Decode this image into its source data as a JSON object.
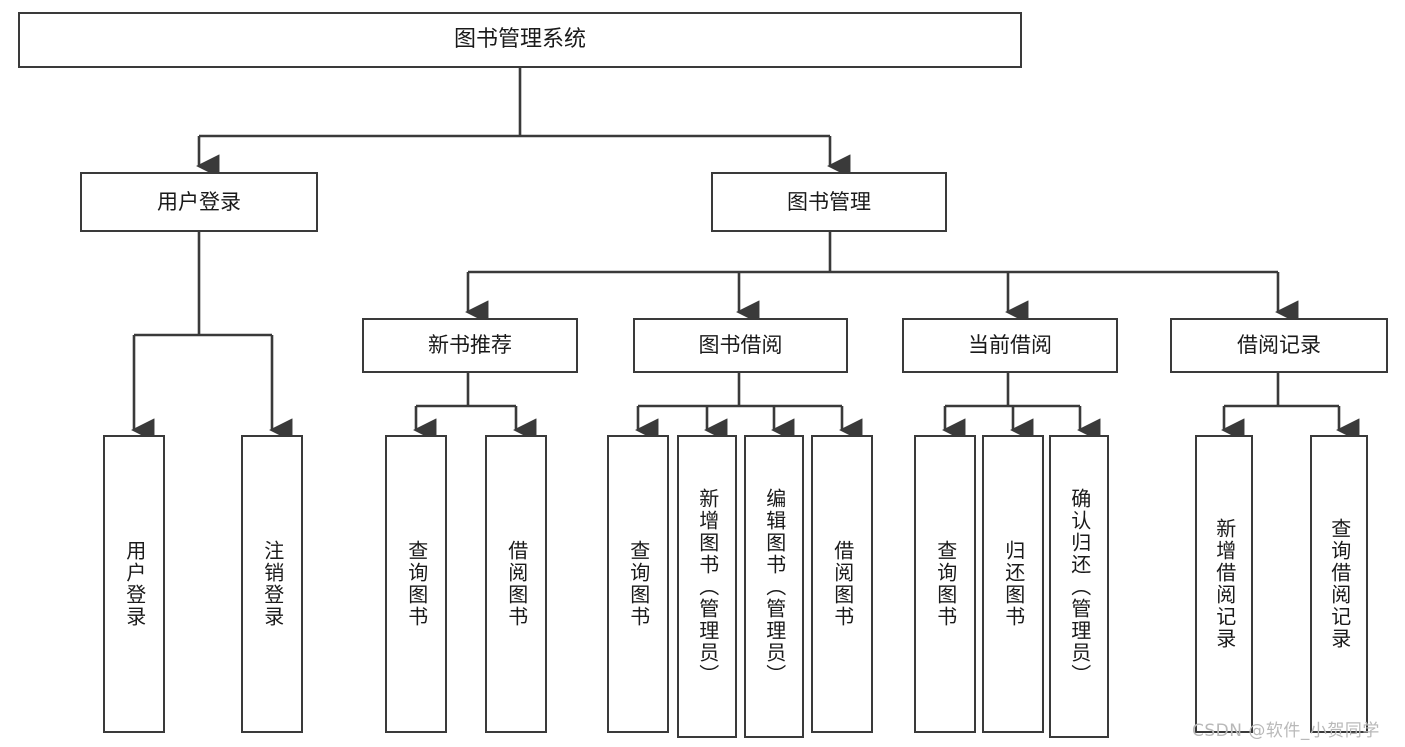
{
  "diagram": {
    "title": "图书管理系统",
    "type": "tree-hierarchy-diagram",
    "colors": {
      "stroke": "#3a3a3a",
      "fill": "#ffffff",
      "text": "#1a1a1a",
      "watermark": "#b9b9b9"
    },
    "levels": {
      "root": {
        "label": "图书管理系统"
      },
      "level2": [
        {
          "label": "用户登录"
        },
        {
          "label": "图书管理"
        }
      ],
      "level3": [
        {
          "label": "新书推荐"
        },
        {
          "label": "图书借阅"
        },
        {
          "label": "当前借阅"
        },
        {
          "label": "借阅记录"
        }
      ],
      "leaves": {
        "user_login": [
          {
            "label": "用户登录"
          },
          {
            "label": "注销登录"
          }
        ],
        "new_book_recommend": [
          {
            "label": "查询图书"
          },
          {
            "label": "借阅图书"
          }
        ],
        "book_borrow": [
          {
            "label": "查询图书"
          },
          {
            "label": "新增图书（管理员）"
          },
          {
            "label": "编辑图书（管理员）"
          },
          {
            "label": "借阅图书"
          }
        ],
        "current_borrow": [
          {
            "label": "查询图书"
          },
          {
            "label": "归还图书"
          },
          {
            "label": "确认归还（管理员）"
          }
        ],
        "borrow_record": [
          {
            "label": "新增借阅记录"
          },
          {
            "label": "查询借阅记录"
          }
        ]
      }
    },
    "watermark": "CSDN @软件_小贺同学"
  }
}
